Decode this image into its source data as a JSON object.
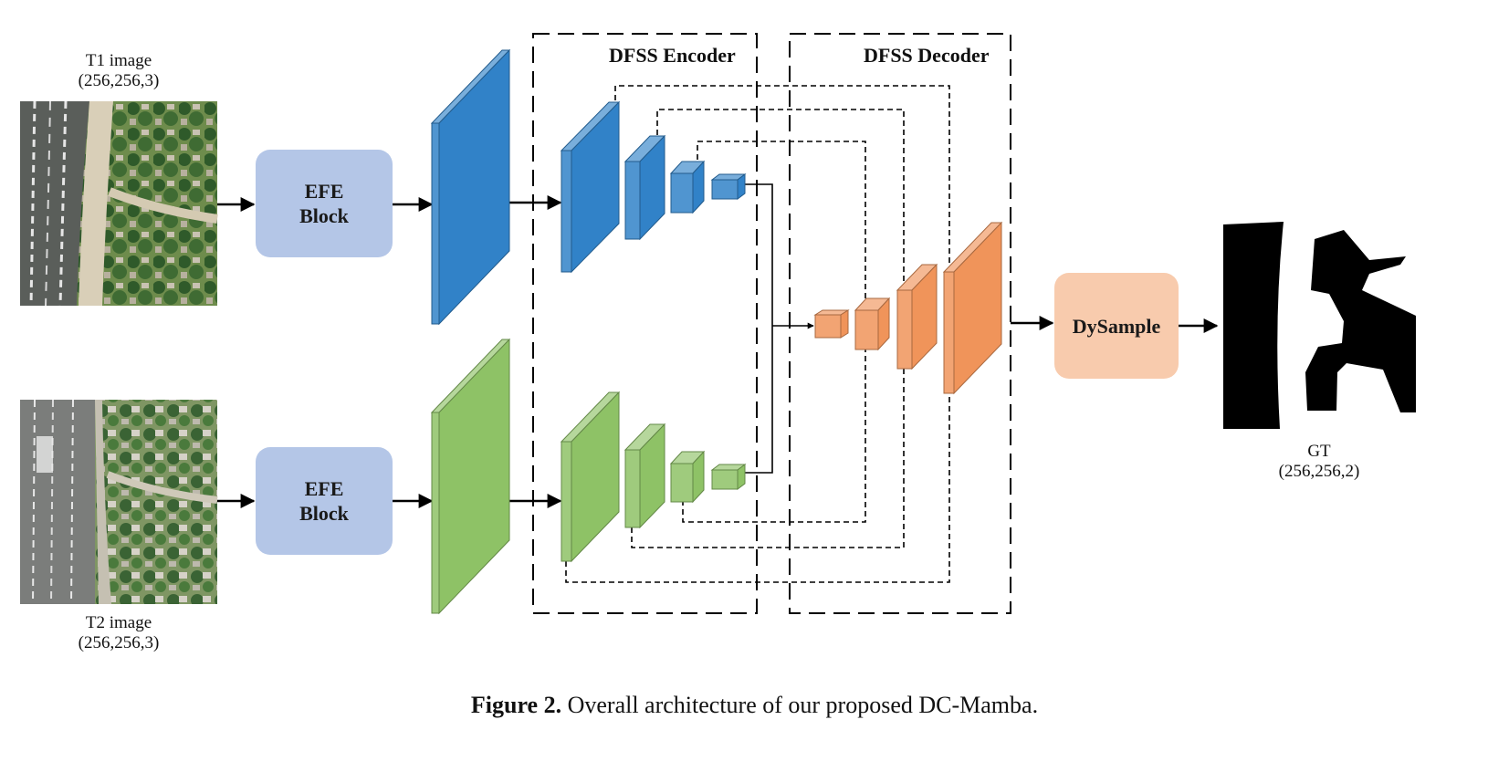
{
  "inputs": {
    "t1": {
      "name": "T1 image",
      "shape": "(256,256,3)"
    },
    "t2": {
      "name": "T2 image",
      "shape": "(256,256,3)"
    }
  },
  "blocks": {
    "efe_line1": "EFE",
    "efe_line2": "Block",
    "dysample": "DySample"
  },
  "sections": {
    "encoder": "DFSS Encoder",
    "decoder": "DFSS Decoder"
  },
  "output": {
    "name": "GT",
    "shape": "(256,256,2)"
  },
  "caption": {
    "prefix": "Figure 2.",
    "text": "Overall architecture of our proposed DC-Mamba."
  },
  "colors": {
    "t1_feature": "#3182c8",
    "t2_feature": "#8ec266",
    "decoder": "#f0945a",
    "efe_block": "#b4c6e7",
    "dysample_block": "#f8cbad"
  }
}
